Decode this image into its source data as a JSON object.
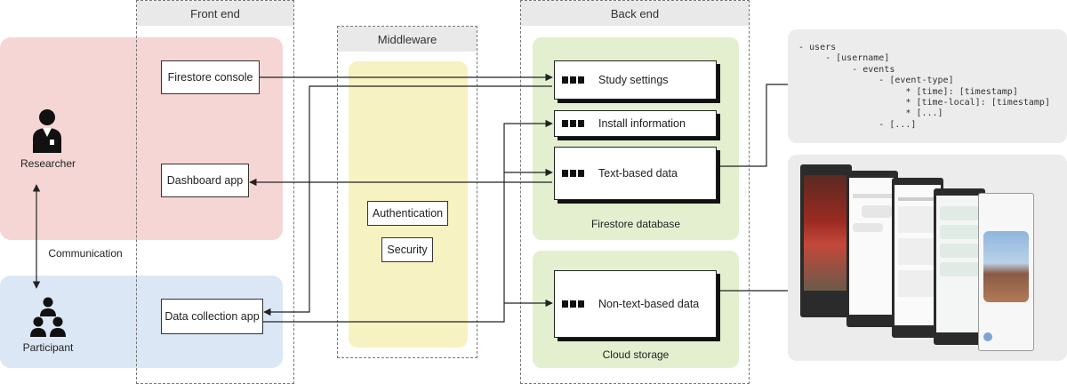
{
  "columns": {
    "front_end": "Front end",
    "middleware": "Middleware",
    "back_end": "Back end"
  },
  "roles": {
    "researcher": "Researcher",
    "participant": "Participant",
    "communication": "Communication"
  },
  "front_boxes": {
    "firestore_console": "Firestore console",
    "dashboard_app": "Dashboard app",
    "data_collection_app": "Data collection app"
  },
  "middleware_boxes": {
    "authentication": "Authentication",
    "security": "Security"
  },
  "firestore": {
    "label": "Firestore database",
    "study_settings": "Study settings",
    "install_information": "Install information",
    "text_based_data": "Text-based data"
  },
  "cloud": {
    "label": "Cloud storage",
    "non_text_based_data": "Non-text-based data"
  },
  "schema": "- users\n     - [username]\n          - events\n               - [event-type]\n                    * [time]: [timestamp]\n                    * [time-local]: [timestamp]\n                    * [...]\n               - [...]",
  "colors": {
    "researcher_band": "#f6d6d5",
    "participant_band": "#dbe7f5",
    "middleware": "#f7f2c2",
    "backend_green": "#e3efcf",
    "panel_gray": "#ececec"
  },
  "icons": [
    "researcher-icon",
    "participant-group-icon",
    "data-square-icon",
    "phone-screenshot"
  ]
}
